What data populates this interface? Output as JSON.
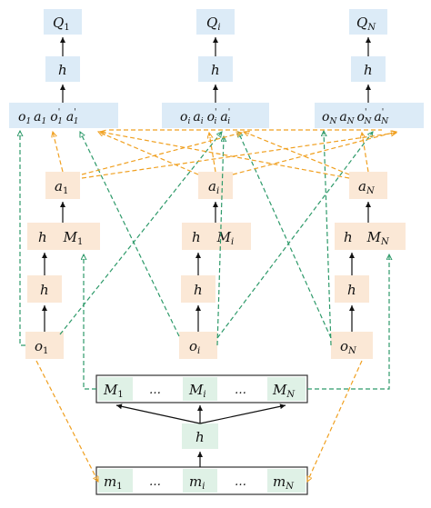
{
  "columns": [
    {
      "q": "Q",
      "q_sub": "1",
      "h": "h",
      "top_o": "o",
      "top_a": "a",
      "top_oprime": "o",
      "top_aprime": "a",
      "sub": "1",
      "prime": "'",
      "a": "a",
      "M": "M",
      "o": "o"
    },
    {
      "q": "Q",
      "q_sub": "i",
      "h": "h",
      "top_o": "o",
      "top_a": "a",
      "top_oprime": "o",
      "top_aprime": "a",
      "sub": "i",
      "prime": "'",
      "a": "a",
      "M": "M",
      "o": "o"
    },
    {
      "q": "Q",
      "q_sub": "N",
      "h": "h",
      "top_o": "o",
      "top_a": "a",
      "top_oprime": "o",
      "top_aprime": "a",
      "sub": "N",
      "prime": "'",
      "a": "a",
      "M": "M",
      "o": "o"
    }
  ],
  "memory_row": {
    "items": [
      "M",
      "…",
      "M",
      "…",
      "M"
    ],
    "subs": [
      "1",
      "",
      "i",
      "",
      "N"
    ]
  },
  "center_h": "h",
  "message_row": {
    "items": [
      "m",
      "…",
      "m",
      "…",
      "m"
    ],
    "subs": [
      "1",
      "",
      "i",
      "",
      "N"
    ]
  },
  "colors": {
    "top_box": "#dcebf7",
    "agent_box": "#fbe8d6",
    "memory_box": "#dff1e6",
    "green_dash": "#2e9a6a",
    "orange_dash": "#f0a020"
  }
}
